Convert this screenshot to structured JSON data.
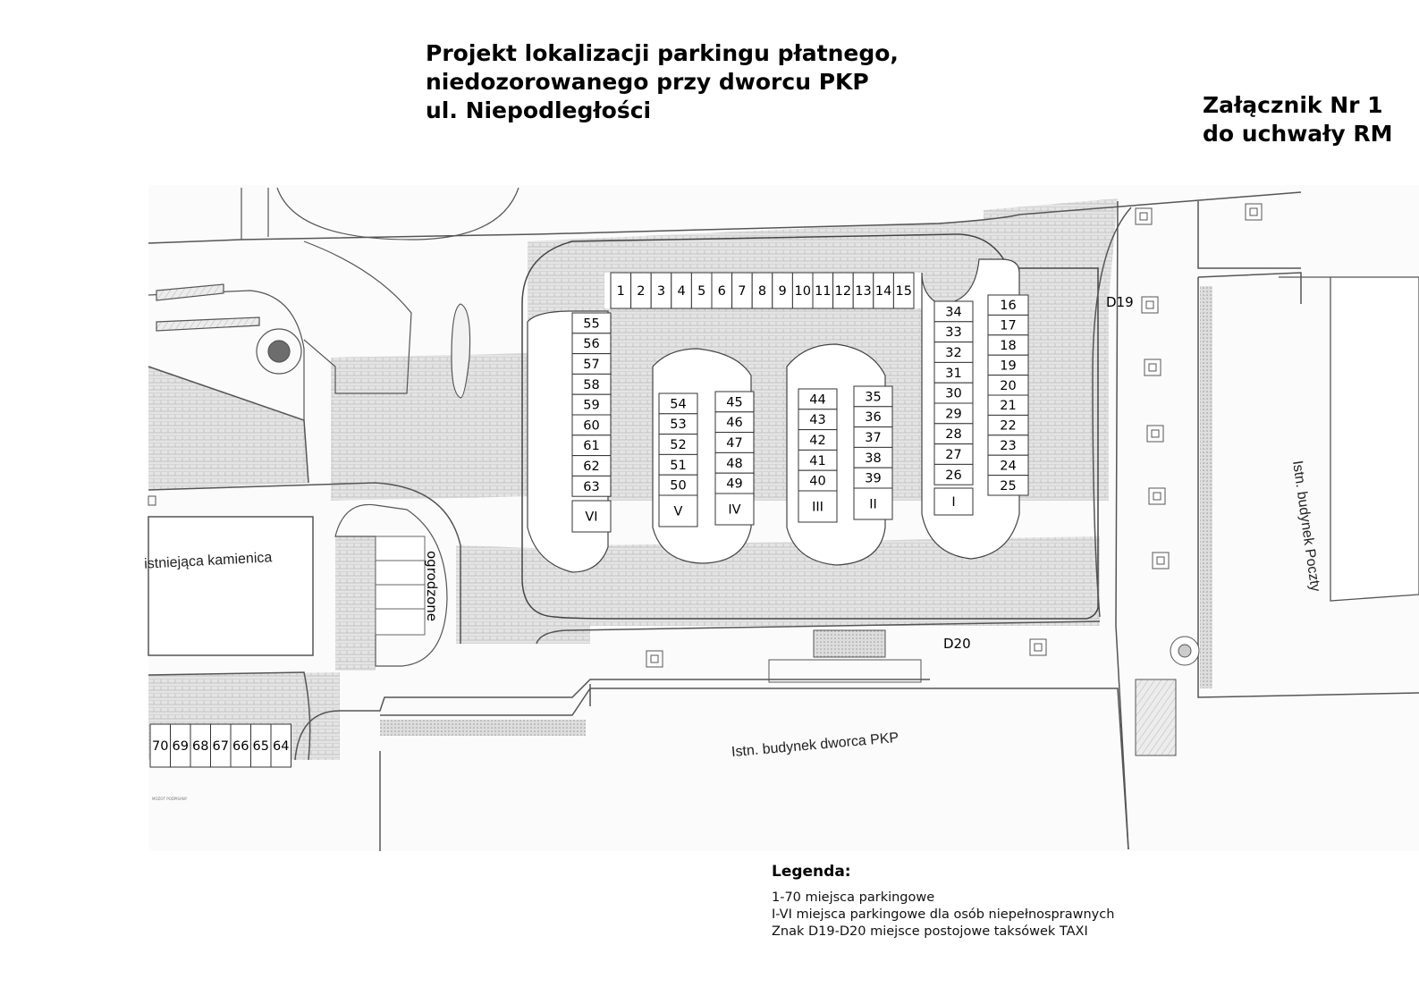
{
  "title": {
    "line1": "Projekt lokalizacji parkingu płatnego,",
    "line2": "niedozorowanego przy dworcu PKP",
    "line3": "ul. Niepodległości"
  },
  "annex": {
    "line1": "Załącznik Nr 1",
    "line2": "do uchwały RM"
  },
  "map": {
    "labels": {
      "kamienica": "istniejąca kamienica",
      "ogrodzone": "ogrodzone",
      "dworzec": "Istn. budynek dworca PKP",
      "poczta": "Istn. budynek Poczty",
      "taxi_sign_1": "D19",
      "taxi_sign_2": "D20",
      "stamp": "MOZOT PODPISANY"
    },
    "parking_top": [
      "1",
      "2",
      "3",
      "4",
      "5",
      "6",
      "7",
      "8",
      "9",
      "10",
      "11",
      "12",
      "13",
      "14",
      "15"
    ],
    "parking_right_outer": [
      "16",
      "17",
      "18",
      "19",
      "20",
      "21",
      "22",
      "23",
      "24",
      "25"
    ],
    "parking_row_I": [
      "34",
      "33",
      "32",
      "31",
      "30",
      "29",
      "28",
      "27",
      "26"
    ],
    "parking_row_II": [
      "35",
      "36",
      "37",
      "38",
      "39"
    ],
    "parking_row_III": [
      "44",
      "43",
      "42",
      "41",
      "40"
    ],
    "parking_row_IV": [
      "45",
      "46",
      "47",
      "48",
      "49"
    ],
    "parking_row_V": [
      "54",
      "53",
      "52",
      "51",
      "50"
    ],
    "parking_row_VI": [
      "55",
      "56",
      "57",
      "58",
      "59",
      "60",
      "61",
      "62",
      "63"
    ],
    "parking_bottom": [
      "70",
      "69",
      "68",
      "67",
      "66",
      "65",
      "64"
    ],
    "disabled_spots": [
      "I",
      "II",
      "III",
      "IV",
      "V",
      "VI"
    ]
  },
  "legend": {
    "title": "Legenda:",
    "items": [
      "1-70 miejsca parkingowe",
      "I-VI miejsca parkingowe dla osób niepełnosprawnych",
      "Znak D19-D20 miejsce postojowe taksówek TAXI"
    ]
  }
}
